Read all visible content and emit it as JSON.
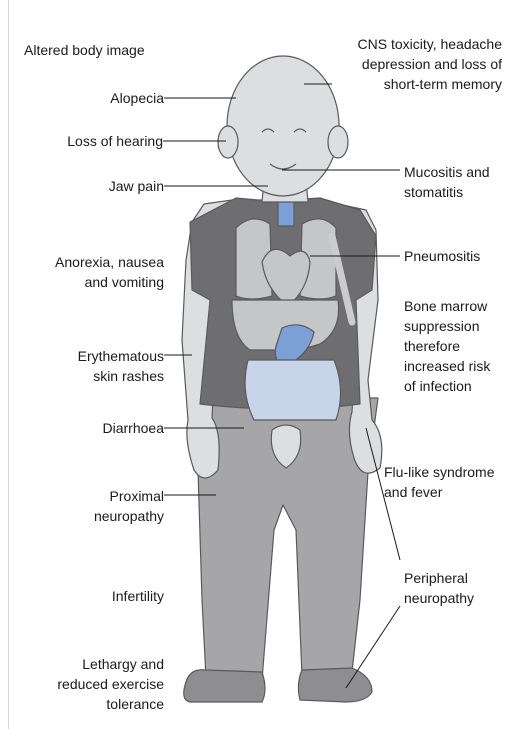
{
  "labels": {
    "altered_body_image": "Altered body image",
    "alopecia": "Alopecia",
    "loss_of_hearing": "Loss of hearing",
    "jaw_pain": "Jaw pain",
    "anorexia": [
      "Anorexia, nausea",
      "and vomiting"
    ],
    "erythematous": [
      "Erythematous",
      "skin rashes"
    ],
    "diarrhoea": "Diarrhoea",
    "proximal_neuropathy": [
      "Proximal",
      "neuropathy"
    ],
    "infertility": "Infertility",
    "lethargy": [
      "Lethargy and",
      "reduced exercise",
      "tolerance"
    ],
    "cns_toxicity": [
      "CNS toxicity, headache",
      "depression and loss of",
      "short-term memory"
    ],
    "mucositis": [
      "Mucositis and",
      "stomatitis"
    ],
    "pneumositis": "Pneumositis",
    "bone_marrow": [
      "Bone marrow",
      "suppression",
      "therefore",
      "increased risk",
      "of infection"
    ],
    "flu_like": [
      "Flu-like syndrome",
      "and fever"
    ],
    "peripheral_neuropathy": [
      "Peripheral",
      "neuropathy"
    ]
  },
  "colors": {
    "skin": "#dcdedf",
    "shirt": "#6e6e70",
    "trousers": "#a6a6a8",
    "organs": "#c4c6c8",
    "highlight": "#7b9fd6",
    "outline": "#5a5a5a"
  }
}
